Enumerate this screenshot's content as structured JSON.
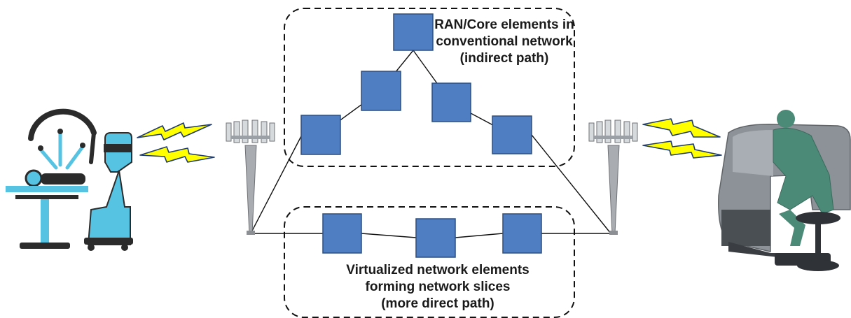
{
  "diagram": {
    "top_cluster": {
      "label_lines": [
        "RAN/Core elements in",
        "conventional network",
        "(indirect path)"
      ]
    },
    "bottom_cluster": {
      "label_lines": [
        "Virtualized network elements",
        "forming network slices",
        "(more direct path)"
      ]
    },
    "colors": {
      "node_fill": "#4f7fc2",
      "node_stroke": "#2f4f7f",
      "link": "#111111",
      "lightning_fill": "#ffff00",
      "lightning_stroke": "#1f3b6b",
      "robot_cyan": "#56c3e3",
      "robot_dark": "#2b2b2b",
      "console_grey": "#8c9297",
      "surgeon_green": "#4c8a78"
    },
    "icons": {
      "left": "surgical-robot-icon",
      "right": "surgeon-console-icon",
      "towers": "cell-tower-icon",
      "wireless": "lightning-bolt-icon"
    }
  }
}
